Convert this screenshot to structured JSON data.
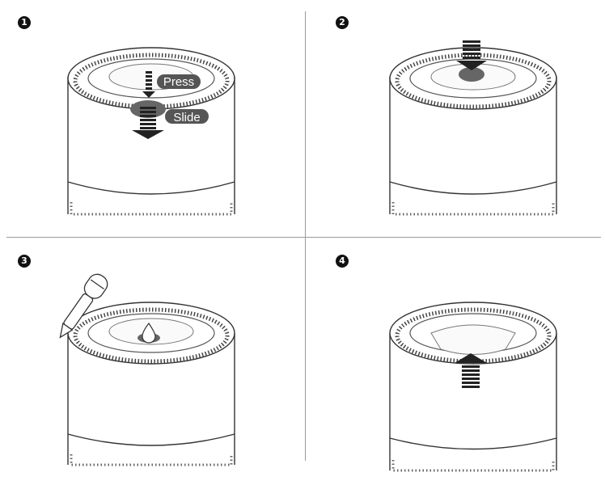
{
  "steps": [
    {
      "number": "1",
      "labels": {
        "press": "Press",
        "slide": "Slide"
      }
    },
    {
      "number": "2"
    },
    {
      "number": "3"
    },
    {
      "number": "4"
    }
  ],
  "colors": {
    "line": "#333333",
    "label_bg": "#555555",
    "label_text": "#ffffff",
    "divider": "#9a9a9a"
  },
  "icons": [
    "down-arrow-icon",
    "up-arrow-icon",
    "dropper-icon",
    "droplet-icon"
  ]
}
